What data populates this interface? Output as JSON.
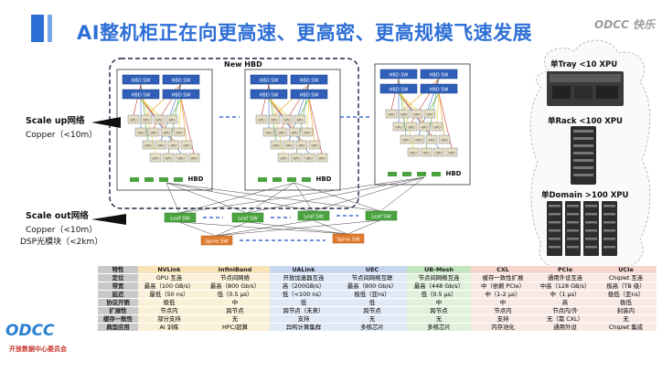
{
  "title": "AI整机柜正在向更高速、更高密、更高规模飞速发展",
  "brand": "ODCC 快乐 ",
  "diagram": {
    "new_hbd_label": "New HBD",
    "hbd_label": "HBD",
    "hbd_sw_label": "HBD SW",
    "leaf_sw_label": "Leaf SW",
    "spine_sw_label": "Spine SW",
    "gpu_label": "GPU",
    "scale_up": {
      "title": "Scale up网络",
      "sub": "Copper（<10m）"
    },
    "scale_out": {
      "title": "Scale out网络",
      "sub1": "Copper（<10m）",
      "sub2": "DSP光模块（<2km）"
    },
    "tray": "单Tray <10 XPU",
    "rack": "单Rack <100 XPU",
    "domain": "单Domain >100 XPU",
    "line_colors": [
      "#d23c3c",
      "#e8a21e",
      "#e8d21e",
      "#4aa33f",
      "#3f6fd2"
    ]
  },
  "table": {
    "headers": [
      "特性",
      "NVLink",
      "InfiniBand",
      "UALink",
      "UEC",
      "UB-Mesh",
      "CXL",
      "PCIe",
      "UCIe"
    ],
    "header_colors": [
      "#c9c9c9",
      "#f7e3b5",
      "#f7e3b5",
      "#c8d6f0",
      "#c8d6f0",
      "#c5e4c0",
      "#f4d6cf",
      "#f4d6cf",
      "#f4d6cf"
    ],
    "col_colors": [
      "#c9c9c9",
      "#fbf1d8",
      "#fbf1d8",
      "#e1e9f7",
      "#e1e9f7",
      "#e0f1dc",
      "#f9e9e5",
      "#f9e9e5",
      "#f9e9e5"
    ],
    "rows": [
      [
        "定位",
        "GPU 互连",
        "节点间网络",
        "开放加速器互连",
        "节点间网络互联",
        "节点间网络互连",
        "缓存一致性扩展",
        "通用外设互连",
        "Chiplet 互连"
      ],
      [
        "带宽",
        "最高（100 GB/s）",
        "最高（800 Gb/s）",
        "高（200GB/s）",
        "最高（800 Gb/s）",
        "最高（448 Gb/s）",
        "中（依赖 PCIe）",
        "中高（128 GB/s）",
        "极高（TB 级）"
      ],
      [
        "延迟",
        "最低（50 ns）",
        "低（0.5 μs）",
        "低（<100 ns）",
        "极低（亚ns）",
        "低（0.5 μs）",
        "中（1-2 μs）",
        "中（1 μs）",
        "极低（亚ns）"
      ],
      [
        "协议开销",
        "极低",
        "中",
        "低",
        "低",
        "中",
        "中",
        "高",
        "极低"
      ],
      [
        "扩展性",
        "节点内",
        "跨节点",
        "跨节点（未来）",
        "跨节点",
        "跨节点",
        "节点内",
        "节点内/外",
        "封装内"
      ],
      [
        "缓存一致性",
        "部分支持",
        "无",
        "支持",
        "无",
        "无",
        "支持",
        "无（需 CXL）",
        "无"
      ],
      [
        "典型应用",
        "AI 训练",
        "HPC/超算",
        "异构计算集群",
        "多核芯片",
        "多核芯片",
        "内存池化",
        "通用外设",
        "Chiplet 集成"
      ]
    ]
  },
  "footer": {
    "logo": "ODCC",
    "sub": "开放数据中心委员会"
  }
}
